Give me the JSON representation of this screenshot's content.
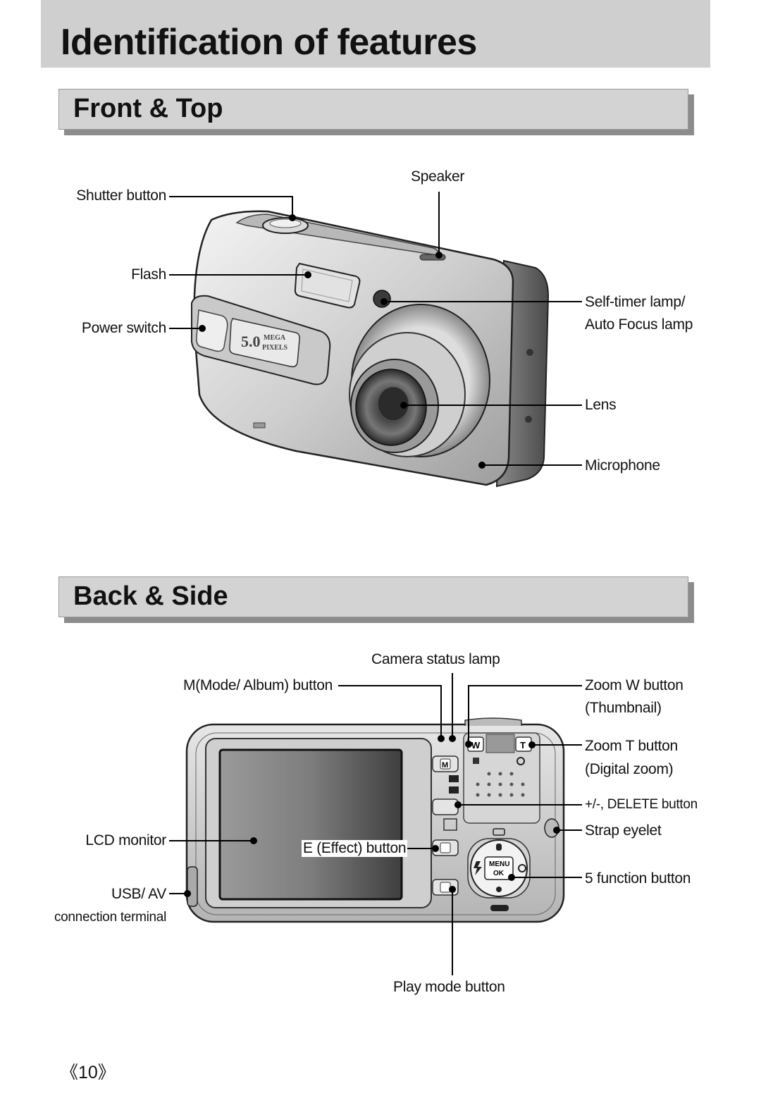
{
  "page": {
    "title": "Identification of features",
    "page_number": "《10》"
  },
  "front": {
    "heading": "Front & Top",
    "badge": {
      "number": "5.0",
      "line1": "MEGA",
      "line2": "PIXELS"
    },
    "labels": {
      "shutter": "Shutter button",
      "speaker": "Speaker",
      "flash": "Flash",
      "power": "Power switch",
      "selftimer1": "Self-timer lamp/",
      "selftimer2": "Auto Focus lamp",
      "lens": "Lens",
      "microphone": "Microphone"
    }
  },
  "back": {
    "heading": "Back & Side",
    "buttons": {
      "w": "W",
      "t": "T",
      "m": "M",
      "menu1": "MENU",
      "menu2": "OK"
    },
    "labels": {
      "status_lamp": "Camera status lamp",
      "mode": "M(Mode/ Album) button",
      "zoom_w1": "Zoom W button",
      "zoom_w2": "(Thumbnail)",
      "zoom_t1": "Zoom T button",
      "zoom_t2": "(Digital zoom)",
      "delete": "+/-, DELETE button",
      "strap": "Strap eyelet",
      "lcd": "LCD monitor",
      "effect": "E (Effect) button",
      "function": "5 function button",
      "usb1": "USB/ AV",
      "usb2": "connection terminal",
      "play": "Play mode button"
    }
  }
}
